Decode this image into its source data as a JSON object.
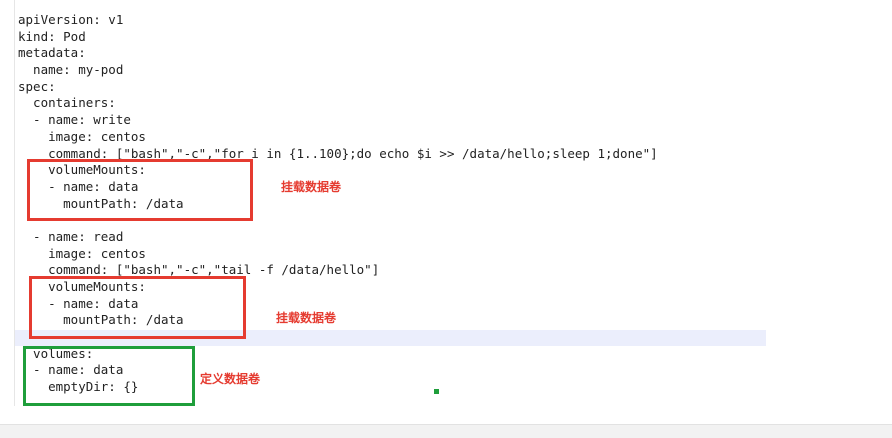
{
  "code_lines": [
    "apiVersion: v1",
    "kind: Pod",
    "metadata:",
    "  name: my-pod",
    "spec:",
    "  containers:",
    "  - name: write",
    "    image: centos",
    "    command: [\"bash\",\"-c\",\"for i in {1..100};do echo $i >> /data/hello;sleep 1;done\"]",
    "    volumeMounts:",
    "    - name: data",
    "      mountPath: /data",
    "",
    "  - name: read",
    "    image: centos",
    "    command: [\"bash\",\"-c\",\"tail -f /data/hello\"]",
    "    volumeMounts:",
    "    - name: data",
    "      mountPath: /data",
    "",
    "  volumes:",
    "  - name: data",
    "    emptyDir: {}"
  ],
  "annotations": {
    "mount_write": "挂载数据卷",
    "mount_read": "挂载数据卷",
    "define_volume": "定义数据卷"
  },
  "colors": {
    "annotation_red": "#e53b30",
    "annotation_green": "#1f9e3b"
  }
}
